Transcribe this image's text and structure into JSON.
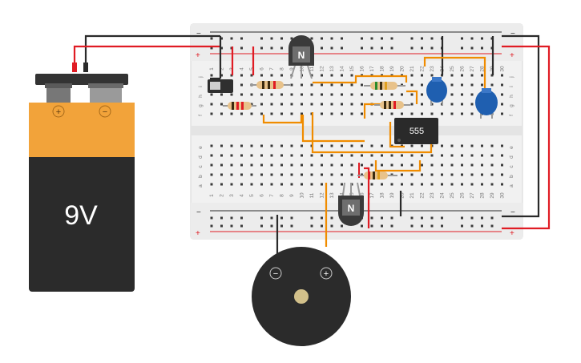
{
  "battery": {
    "label": "9V",
    "plus_symbol": "+",
    "minus_symbol": "−"
  },
  "breadboard": {
    "column_numbers": [
      "1",
      "2",
      "3",
      "4",
      "5",
      "6",
      "7",
      "8",
      "9",
      "10",
      "11",
      "12",
      "13",
      "14",
      "15",
      "16",
      "17",
      "18",
      "19",
      "20",
      "21",
      "22",
      "23",
      "24",
      "25",
      "26",
      "27",
      "28",
      "29",
      "30"
    ],
    "row_letters_top": [
      "j",
      "i",
      "h",
      "g",
      "f"
    ],
    "row_letters_bottom": [
      "e",
      "d",
      "c",
      "b",
      "a"
    ],
    "rail_plus": "+",
    "rail_minus": "−"
  },
  "transistor_top": {
    "label": "N"
  },
  "transistor_bottom": {
    "label": "N"
  },
  "ic": {
    "label": "555"
  },
  "buzzer": {
    "minus_symbol": "−",
    "plus_symbol": "+"
  },
  "colors": {
    "wire_red": "#e01c24",
    "wire_black": "#2a2a2a",
    "wire_orange": "#f08c00",
    "capacitor_blue": "#1f5fb0",
    "battery_orange": "#f2a33a",
    "battery_body": "#2b2b2b",
    "breadboard": "#f1f1f1"
  }
}
